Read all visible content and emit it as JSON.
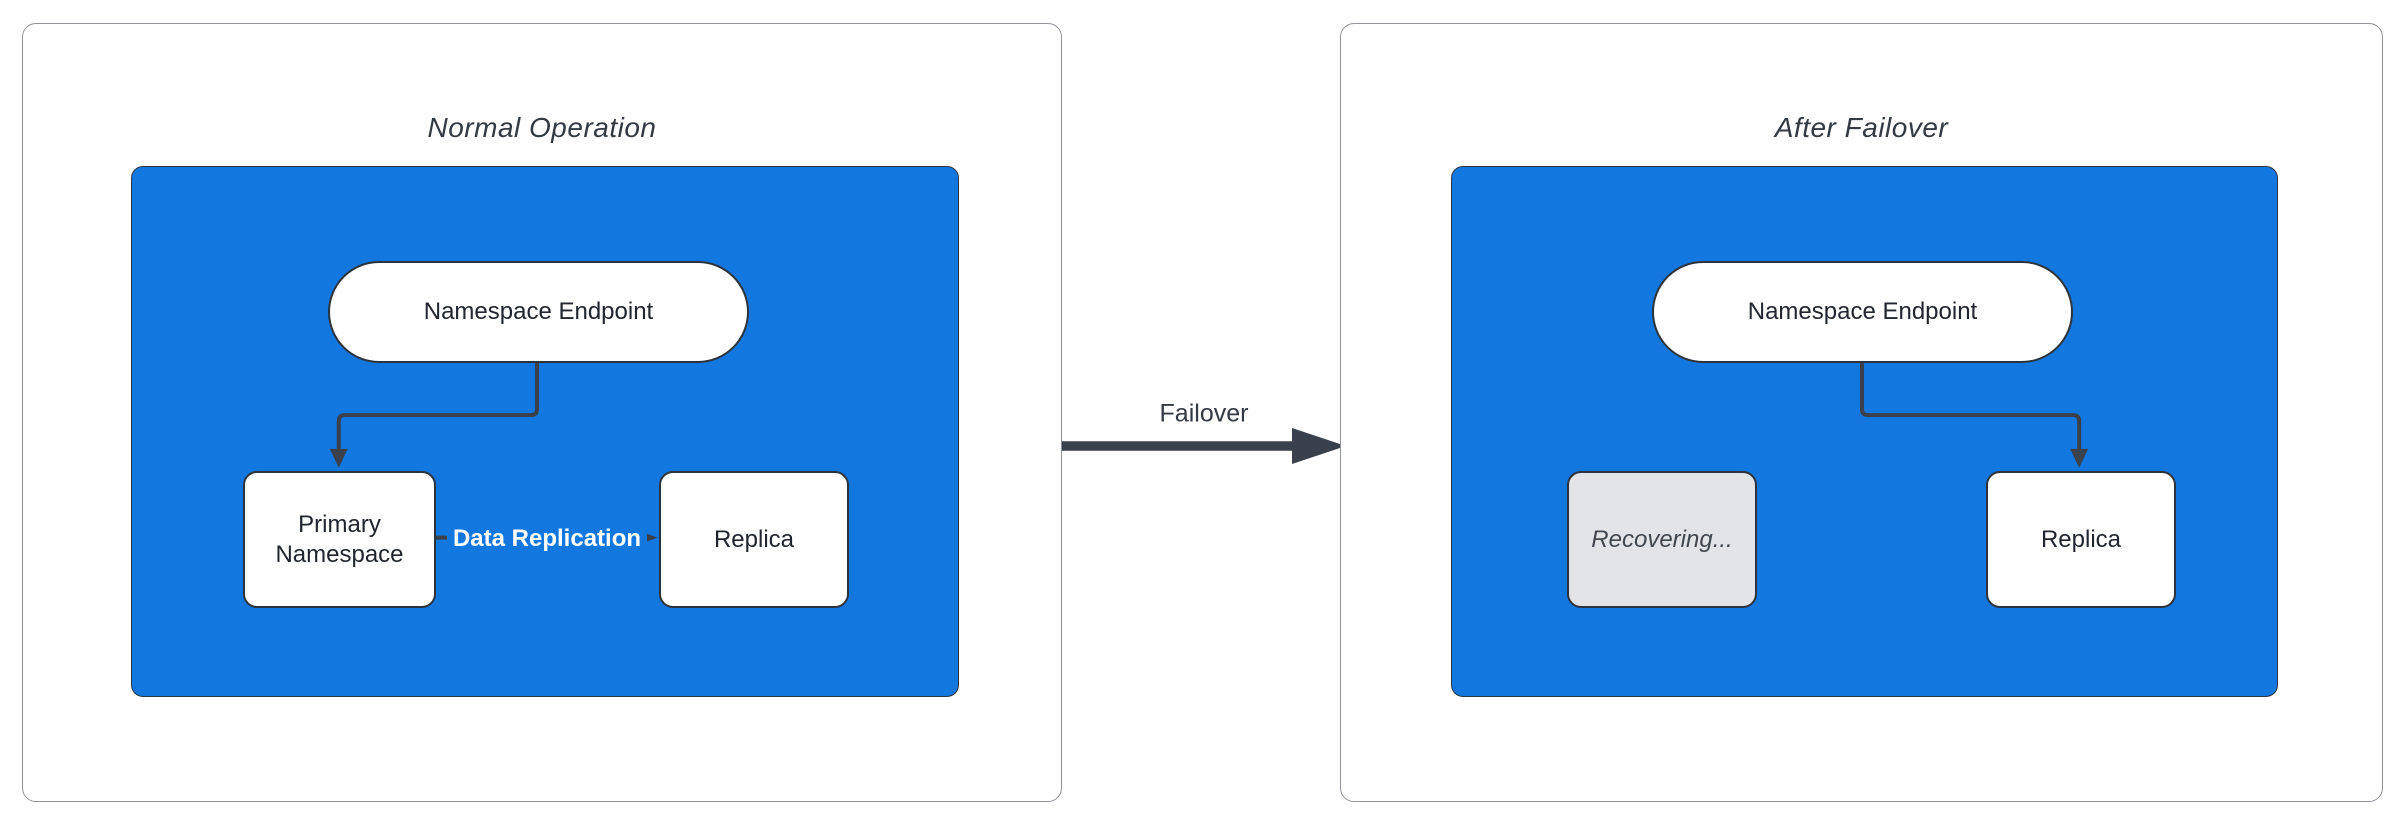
{
  "colors": {
    "cluster-blue": "#1377E0",
    "edge": "#3A414C",
    "node-border": "#2D333C",
    "panel-border": "#909399",
    "recovering-fill": "#E2E4E8",
    "recovering-text": "#41474F",
    "title-text": "#333A42",
    "node-text": "#21262E",
    "edge-label-text": "#FFFFFF"
  },
  "left_panel": {
    "title": "Normal Operation",
    "endpoint": "Namespace Endpoint",
    "primary": "Primary Namespace",
    "replication_label": "Data Replication",
    "replica": "Replica"
  },
  "failover": {
    "label": "Failover"
  },
  "right_panel": {
    "title": "After Failover",
    "endpoint": "Namespace Endpoint",
    "recovering": "Recovering...",
    "replica": "Replica"
  }
}
